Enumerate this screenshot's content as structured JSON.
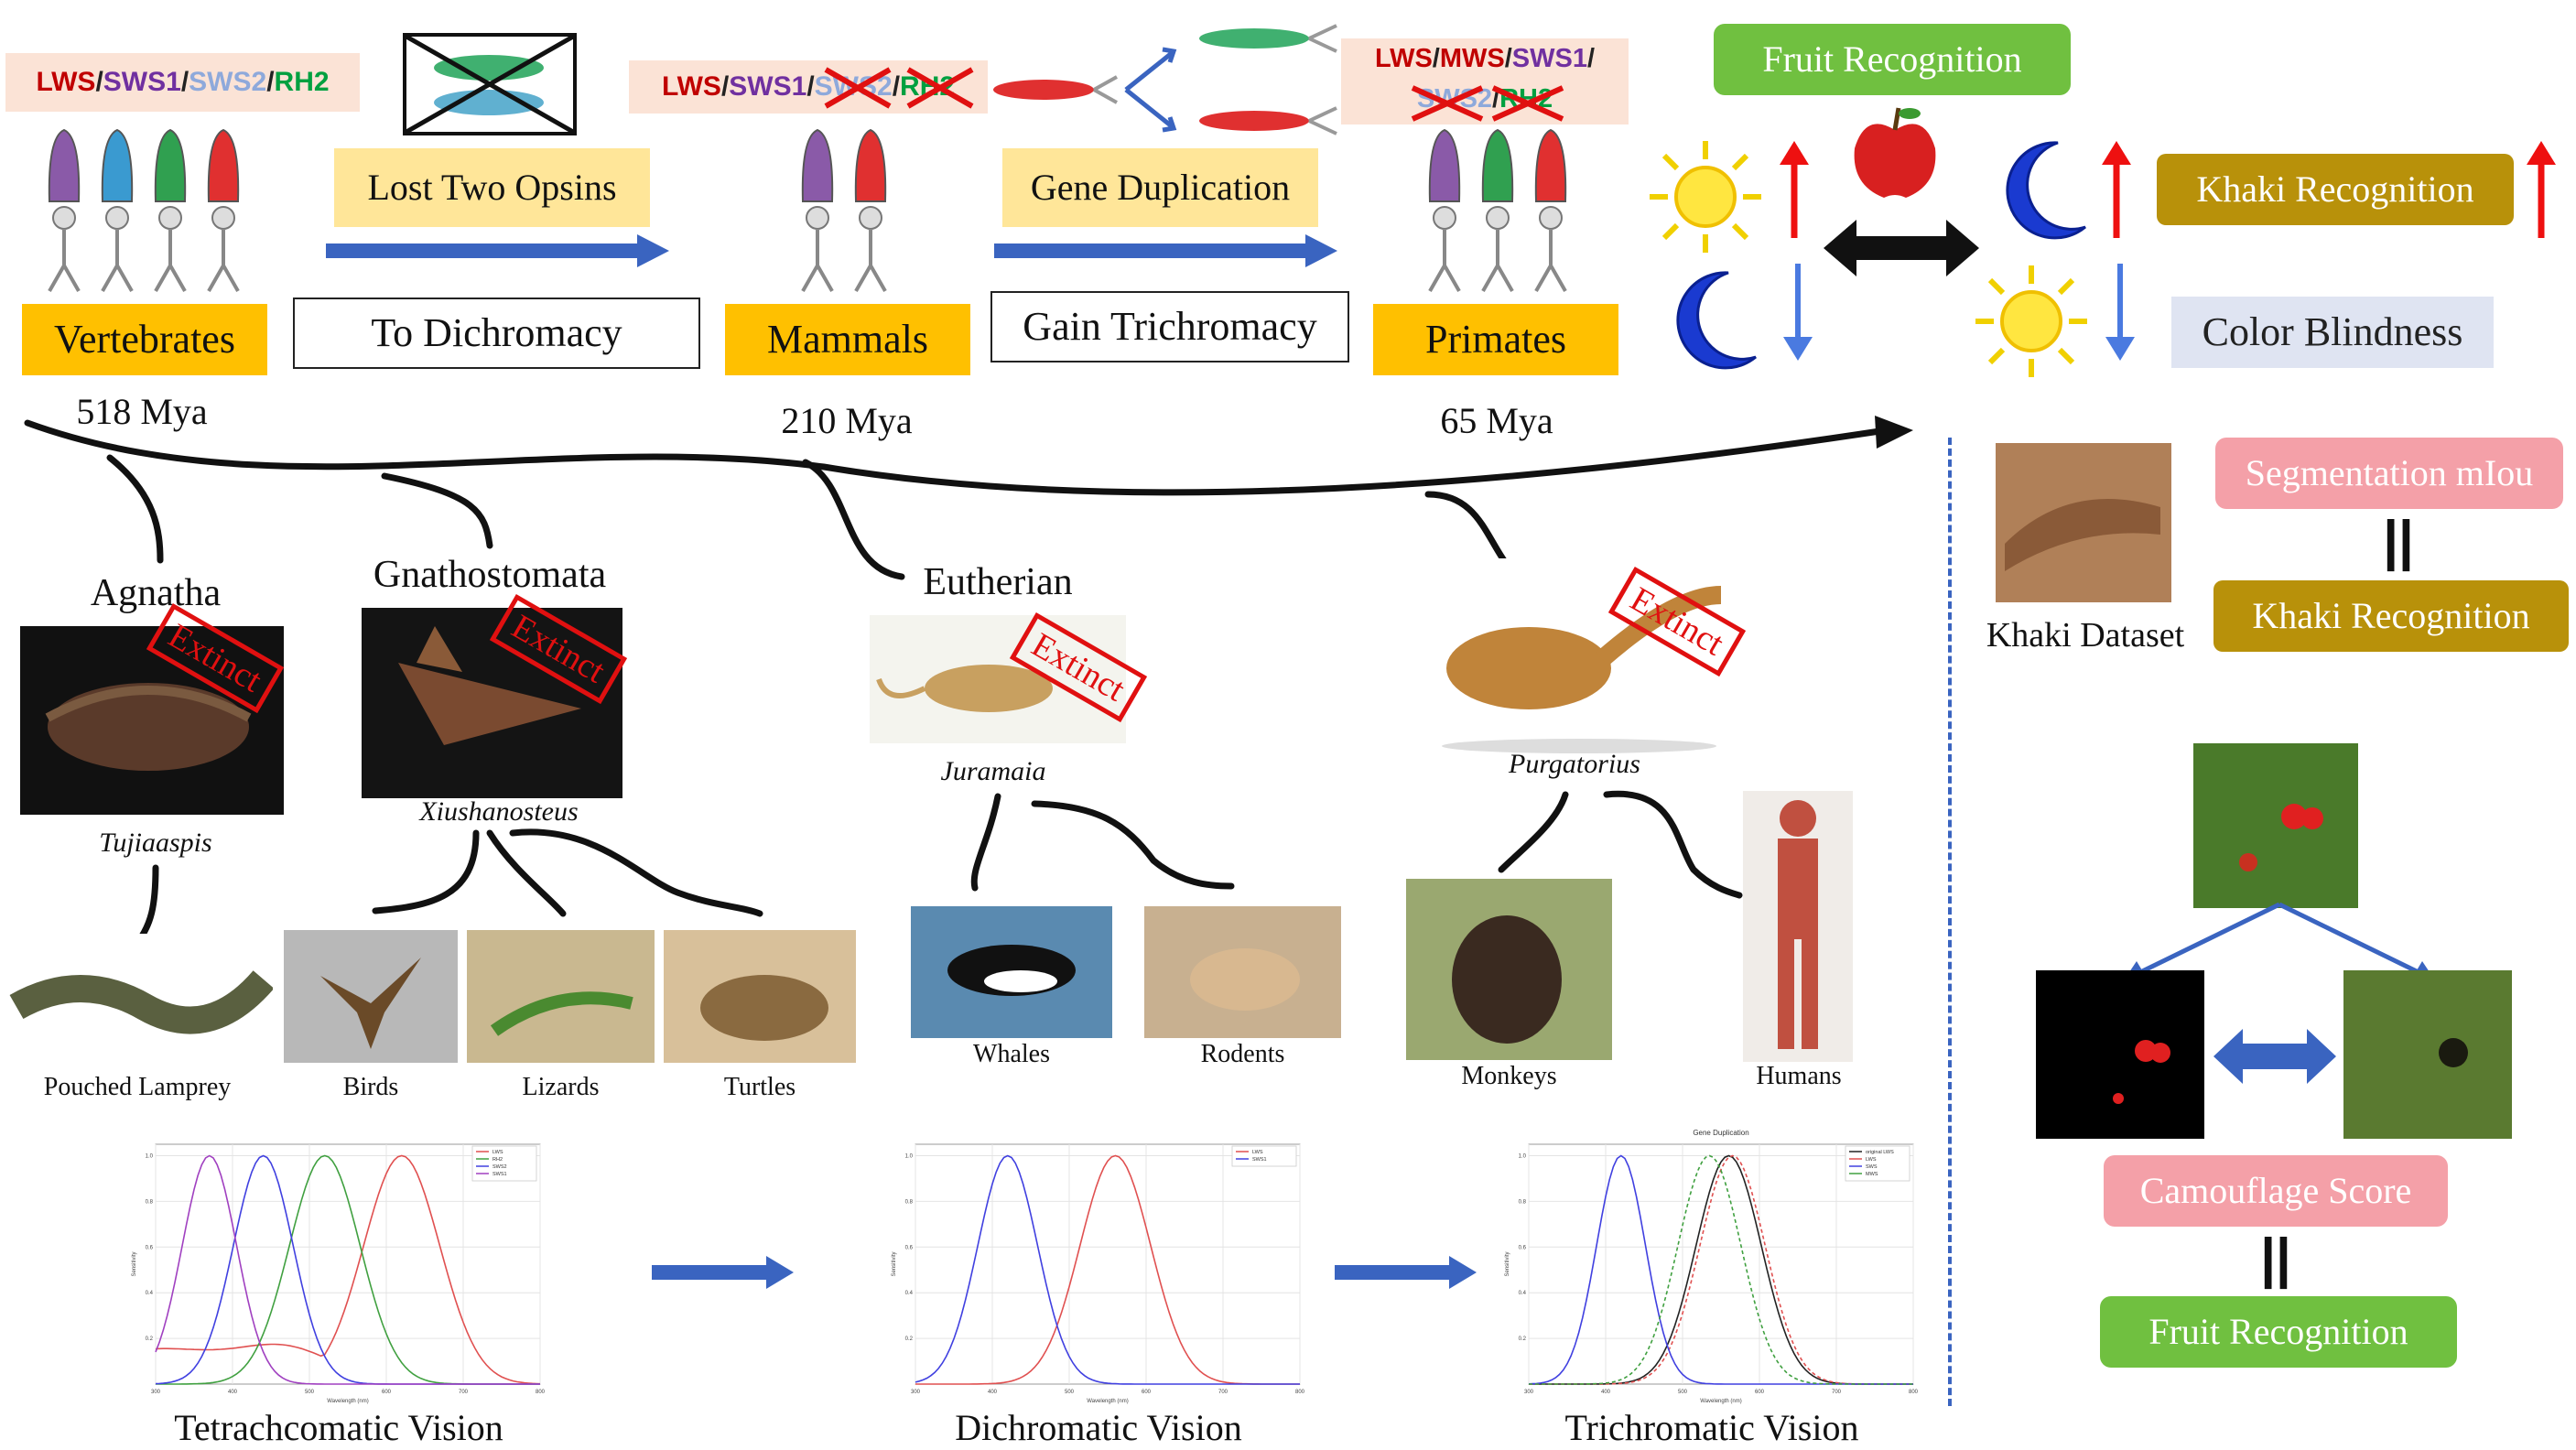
{
  "opsins": {
    "vertebrates": [
      {
        "text": "LWS",
        "color": "#c00000"
      },
      {
        "text": "/",
        "color": "#222"
      },
      {
        "text": "SWS1",
        "color": "#7030a0"
      },
      {
        "text": "/",
        "color": "#222"
      },
      {
        "text": "SWS2",
        "color": "#8ea9db"
      },
      {
        "text": "/",
        "color": "#222"
      },
      {
        "text": "RH2",
        "color": "#00a040"
      }
    ],
    "mammals": [
      {
        "text": "LWS",
        "color": "#c00000"
      },
      {
        "text": "/",
        "color": "#222"
      },
      {
        "text": "SWS1",
        "color": "#7030a0"
      },
      {
        "text": "/",
        "color": "#222"
      },
      {
        "text": "SWS2",
        "color": "#8ea9db"
      },
      {
        "text": "/",
        "color": "#222"
      },
      {
        "text": "RH2",
        "color": "#00a040"
      }
    ],
    "primates_line1": [
      {
        "text": "LWS",
        "color": "#c00000"
      },
      {
        "text": "/",
        "color": "#222"
      },
      {
        "text": "MWS",
        "color": "#c00000"
      },
      {
        "text": "/",
        "color": "#222"
      },
      {
        "text": "SWS1",
        "color": "#7030a0"
      },
      {
        "text": "/",
        "color": "#222"
      }
    ],
    "primates_line2": [
      {
        "text": "SWS2",
        "color": "#8ea9db"
      },
      {
        "text": "/",
        "color": "#222"
      },
      {
        "text": "RH2",
        "color": "#00a040"
      }
    ]
  },
  "stages": {
    "vertebrates": "Vertebrates",
    "mammals": "Mammals",
    "primates": "Primates",
    "lost_two_opsins": "Lost Two Opsins",
    "to_dichromacy": "To Dichromacy",
    "gene_duplication": "Gene Duplication",
    "gain_trichromacy": "Gain Trichromacy"
  },
  "times": {
    "t1": "518 Mya",
    "t2": "210 Mya",
    "t3": "65 Mya"
  },
  "clades": {
    "agnatha": "Agnatha",
    "gnathostomata": "Gnathostomata",
    "eutherian": "Eutherian"
  },
  "fossils": {
    "tujiaaspis": "Tujiaaspis",
    "xiushanosteus": "Xiushanosteus",
    "juramaia": "Juramaia",
    "purgatorius": "Purgatorius",
    "extinct": "Extinct"
  },
  "extant": {
    "lamprey": "Pouched Lamprey",
    "birds": "Birds",
    "lizards": "Lizards",
    "turtles": "Turtles",
    "whales": "Whales",
    "rodents": "Rodents",
    "monkeys": "Monkeys",
    "humans": "Humans"
  },
  "vision": {
    "tetra": "Tetrachcomatic Vision",
    "di": "Dichromatic Vision",
    "tri": "Trichromatic Vision"
  },
  "right_panel": {
    "fruit_recognition": "Fruit Recognition",
    "khaki_recognition": "Khaki Recognition",
    "color_blindness": "Color Blindness",
    "segmentation": "Segmentation mIou",
    "khaki_dataset": "Khaki Dataset",
    "khaki_recognition_2": "Khaki Recognition",
    "camouflage_score": "Camouflage Score",
    "fruit_recognition_2": "Fruit Recognition",
    "equals": "||"
  },
  "colors": {
    "lws": "#e05050",
    "sws1": "#7a40c0",
    "sws2": "#4040e0",
    "rh2": "#40a040",
    "arrow_blue": "#3a64c0"
  },
  "chart_data": [
    {
      "type": "line",
      "title": "",
      "xlabel": "Wavelength (nm)",
      "ylabel": "Sensitivity",
      "xlim": [
        300,
        800
      ],
      "ylim": [
        0,
        1.05
      ],
      "x_ticks": [
        300,
        400,
        500,
        600,
        700,
        800
      ],
      "y_ticks": [
        0.2,
        0.4,
        0.6,
        0.8,
        1.0
      ],
      "grid": true,
      "legend_position": "top-right",
      "series": [
        {
          "name": "LWS",
          "color": "#e05050",
          "peak": 620,
          "width": 70,
          "values_at_300": 0.15
        },
        {
          "name": "RH2",
          "color": "#40a040",
          "peak": 520,
          "width": 65
        },
        {
          "name": "SWS2",
          "color": "#4040e0",
          "peak": 440,
          "width": 55
        },
        {
          "name": "SWS1",
          "color": "#a040c0",
          "peak": 370,
          "width": 50
        }
      ]
    },
    {
      "type": "line",
      "title": "",
      "xlabel": "Wavelength (nm)",
      "ylabel": "Sensitivity",
      "xlim": [
        300,
        800
      ],
      "ylim": [
        0,
        1.05
      ],
      "x_ticks": [
        300,
        400,
        500,
        600,
        700,
        800
      ],
      "y_ticks": [
        0.2,
        0.4,
        0.6,
        0.8,
        1.0
      ],
      "grid": true,
      "legend_position": "top-right",
      "series": [
        {
          "name": "LWS",
          "color": "#e05050",
          "peak": 560,
          "width": 65
        },
        {
          "name": "SWS1",
          "color": "#4040e0",
          "peak": 420,
          "width": 55
        }
      ]
    },
    {
      "type": "line",
      "title": "Gene Duplication",
      "xlabel": "Wavelength (nm)",
      "ylabel": "Sensitivity",
      "xlim": [
        300,
        800
      ],
      "ylim": [
        0,
        1.05
      ],
      "x_ticks": [
        300,
        400,
        500,
        600,
        700,
        800
      ],
      "y_ticks": [
        0.2,
        0.4,
        0.6,
        0.8,
        1.0
      ],
      "grid": true,
      "legend_position": "top-right",
      "series": [
        {
          "name": "original LWS",
          "color": "#222222",
          "peak": 560,
          "width": 60
        },
        {
          "name": "LWS",
          "color": "#e05050",
          "peak": 565,
          "width": 60,
          "dashed": true
        },
        {
          "name": "SWS",
          "color": "#4040e0",
          "peak": 420,
          "width": 45
        },
        {
          "name": "MWS",
          "color": "#40a040",
          "peak": 535,
          "width": 58,
          "dashed": true
        }
      ]
    }
  ]
}
